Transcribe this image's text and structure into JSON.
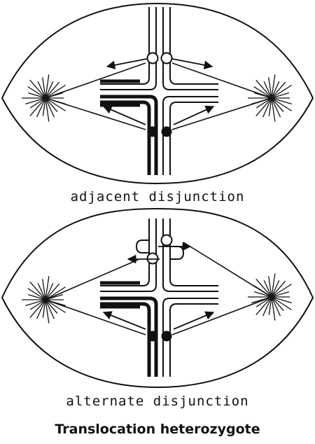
{
  "panels": [
    {
      "caption": "adjacent disjunction",
      "mode": "adjacent"
    },
    {
      "caption": "alternate disjunction",
      "mode": "alternate"
    }
  ],
  "figure_title": "Translocation heterozygote",
  "colors": {
    "ink": "#111111",
    "background": "#ffffff"
  }
}
